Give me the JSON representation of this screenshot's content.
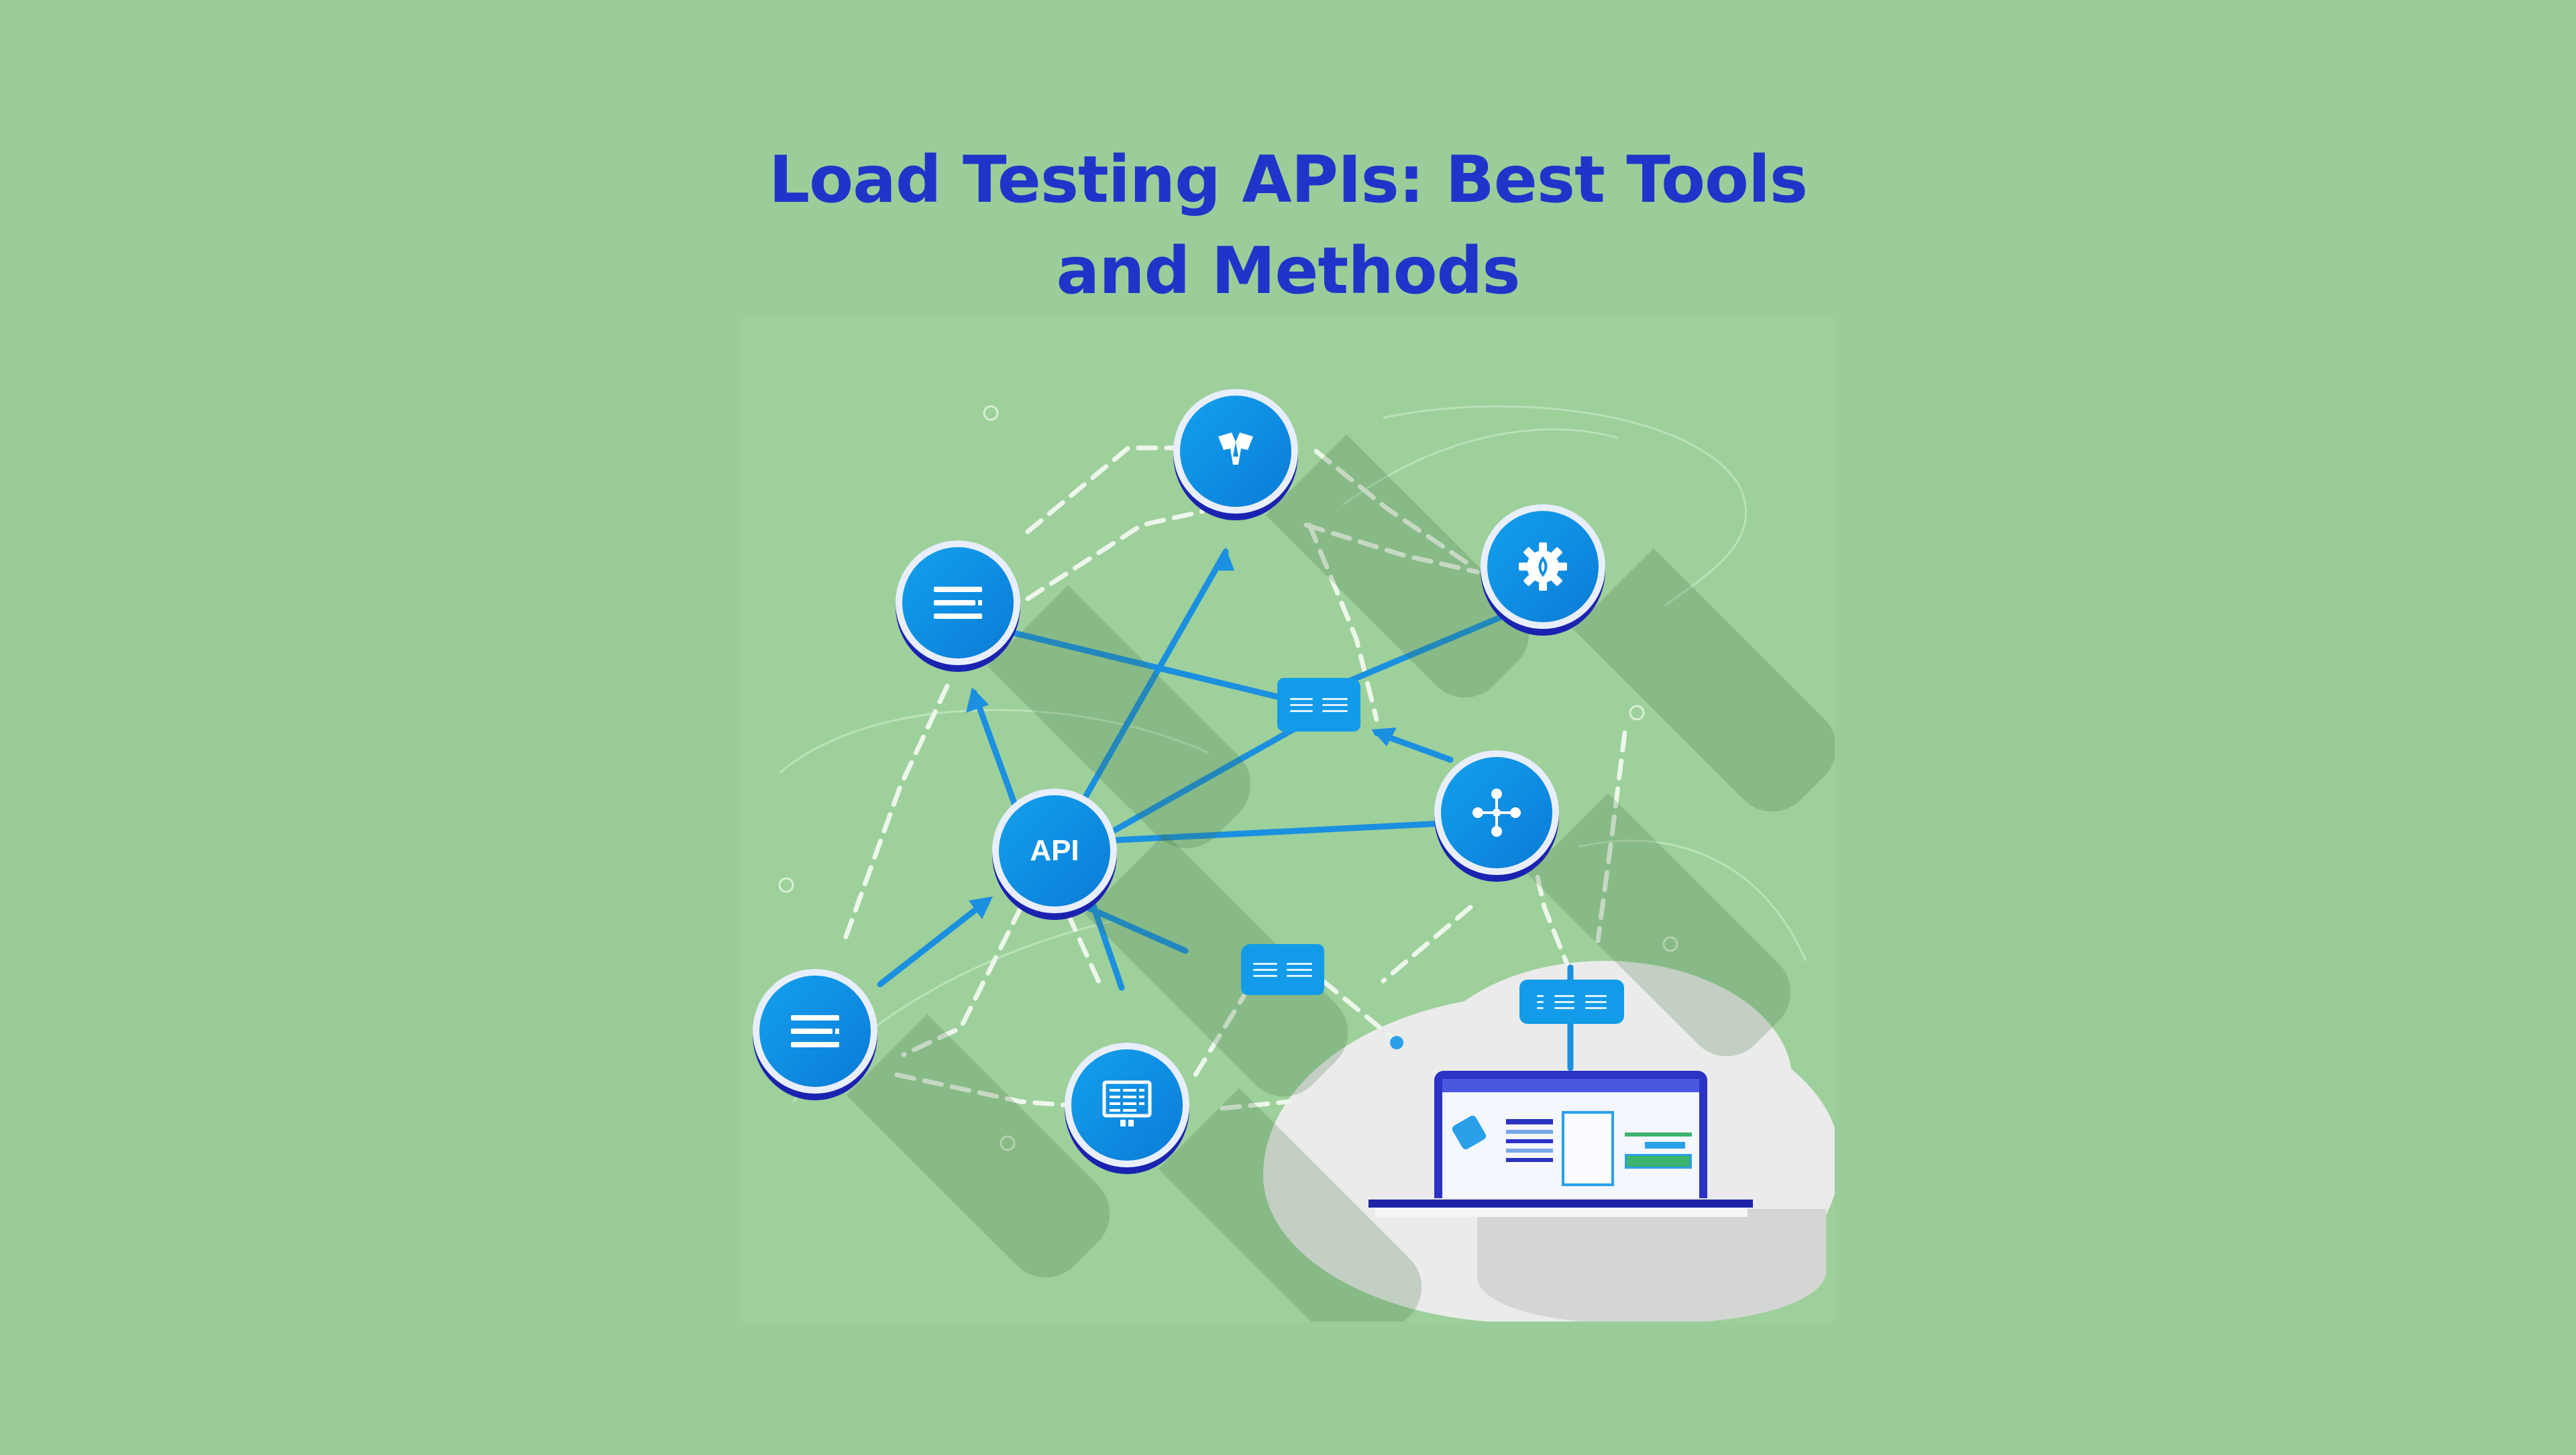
{
  "title": {
    "line1": "Load Testing APIs: Best Tools",
    "line2": "and Methods",
    "color": "#1f35c9"
  },
  "background_color": "#9bcd9a",
  "illustration": {
    "description": "Network diagram of connected API service nodes leading to a laptop on a cloud",
    "nodes": [
      {
        "id": "top",
        "icon": "shield-icon"
      },
      {
        "id": "left-top",
        "icon": "menu-lines-icon"
      },
      {
        "id": "gear",
        "icon": "gear-icon"
      },
      {
        "id": "api",
        "icon": "api-text",
        "label": "API"
      },
      {
        "id": "network",
        "icon": "network-hub-icon"
      },
      {
        "id": "left-bottom",
        "icon": "menu-lines-icon"
      },
      {
        "id": "monitor",
        "icon": "monitor-icon"
      }
    ],
    "badges": [
      {
        "id": "folder-center",
        "icon": "folder-icon"
      },
      {
        "id": "folder-lower",
        "icon": "folder-icon"
      },
      {
        "id": "cloud-tag",
        "icon": "data-card-icon"
      }
    ],
    "laptop": {
      "icon": "laptop-icon"
    },
    "colors": {
      "node_blue": "#0f8ee3",
      "node_rim": "#1a23b0",
      "connector_blue": "#1b8fe0",
      "dashed_line": "#e8f3e6",
      "cloud": "#eaebea"
    }
  }
}
